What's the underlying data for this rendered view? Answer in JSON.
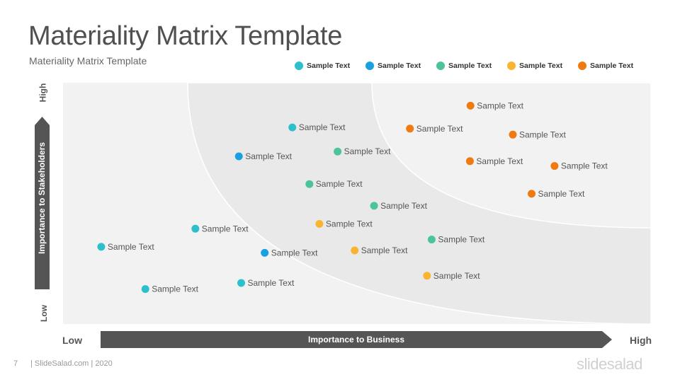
{
  "slide": {
    "title": "Materiality Matrix Template",
    "subtitle": "Materiality Matrix Template",
    "footer_number": "7",
    "footer_text": "| SlideSalad.com | 2020",
    "brand": "slidesalad"
  },
  "legend": [
    {
      "label": "Sample Text",
      "color": "#2ebfcc"
    },
    {
      "label": "Sample Text",
      "color": "#1aa0e0"
    },
    {
      "label": "Sample Text",
      "color": "#4cc49a"
    },
    {
      "label": "Sample Text",
      "color": "#f9b531"
    },
    {
      "label": "Sample Text",
      "color": "#f07a12"
    }
  ],
  "axes": {
    "y_high": "High",
    "y_low": "Low",
    "y_title": "Importance to Stakeholders",
    "x_low": "Low",
    "x_high": "High",
    "x_title": "Importance to Business"
  },
  "chart_data": {
    "type": "scatter",
    "title": "",
    "xlabel": "Importance to Business",
    "ylabel": "Importance to Stakeholders",
    "xlim": [
      0,
      100
    ],
    "ylim": [
      0,
      100
    ],
    "grid": false,
    "series": [
      {
        "color": "#2ebfcc",
        "points": [
          {
            "x": 39.0,
            "y": 81.5,
            "label": "Sample Text"
          },
          {
            "x": 22.5,
            "y": 39.5,
            "label": "Sample Text"
          },
          {
            "x": 6.5,
            "y": 32.0,
            "label": "Sample Text"
          },
          {
            "x": 14.0,
            "y": 14.5,
            "label": "Sample Text"
          },
          {
            "x": 30.3,
            "y": 17.0,
            "label": "Sample Text"
          }
        ]
      },
      {
        "color": "#1aa0e0",
        "points": [
          {
            "x": 29.9,
            "y": 69.5,
            "label": "Sample Text"
          },
          {
            "x": 34.3,
            "y": 29.5,
            "label": "Sample Text"
          }
        ]
      },
      {
        "color": "#4cc49a",
        "points": [
          {
            "x": 46.7,
            "y": 71.5,
            "label": "Sample Text"
          },
          {
            "x": 41.9,
            "y": 58.0,
            "label": "Sample Text"
          },
          {
            "x": 52.9,
            "y": 49.0,
            "label": "Sample Text"
          },
          {
            "x": 62.7,
            "y": 35.0,
            "label": "Sample Text"
          }
        ]
      },
      {
        "color": "#f9b531",
        "points": [
          {
            "x": 43.6,
            "y": 41.5,
            "label": "Sample Text"
          },
          {
            "x": 49.6,
            "y": 30.5,
            "label": "Sample Text"
          },
          {
            "x": 61.9,
            "y": 20.0,
            "label": "Sample Text"
          }
        ]
      },
      {
        "color": "#f07a12",
        "points": [
          {
            "x": 69.3,
            "y": 90.5,
            "label": "Sample Text"
          },
          {
            "x": 59.0,
            "y": 81.0,
            "label": "Sample Text"
          },
          {
            "x": 76.5,
            "y": 78.5,
            "label": "Sample Text"
          },
          {
            "x": 69.2,
            "y": 67.5,
            "label": "Sample Text"
          },
          {
            "x": 83.6,
            "y": 65.5,
            "label": "Sample Text"
          },
          {
            "x": 79.7,
            "y": 54.0,
            "label": "Sample Text"
          }
        ]
      }
    ]
  }
}
